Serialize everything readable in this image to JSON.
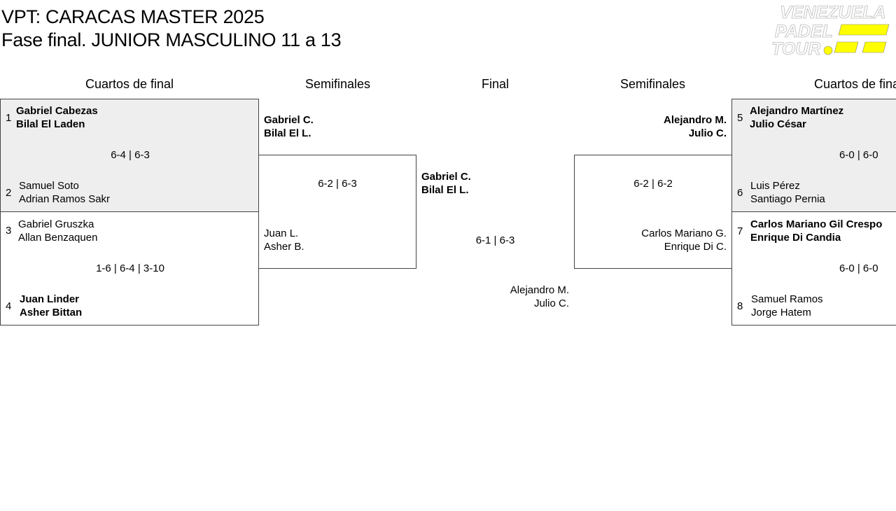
{
  "header": {
    "title_line1": "VPT: CARACAS MASTER 2025",
    "title_line2": "Fase final. JUNIOR MASCULINO 11 a 13"
  },
  "logo": {
    "line1": "VENEZUELA",
    "line2": "PADEL",
    "line3": "TOUR",
    "accent_color": "#ffff00"
  },
  "columns": {
    "qf_left": "Cuartos de final",
    "sf_left": "Semifinales",
    "final": "Final",
    "sf_right": "Semifinales",
    "qf_right": "Cuartos de final"
  },
  "qf_left": {
    "m1": {
      "a_seed": "1",
      "a_p1": "Gabriel Cabezas",
      "a_p2": "Bilal El Laden",
      "score": "6-4 | 6-3",
      "b_seed": "2",
      "b_p1": "Samuel Soto",
      "b_p2": "Adrian Ramos Sakr"
    },
    "m2": {
      "a_seed": "3",
      "a_p1": "Gabriel Gruszka",
      "a_p2": "Allan Benzaquen",
      "score": "1-6 | 6-4 | 3-10",
      "b_seed": "4",
      "b_p1": "Juan Linder",
      "b_p2": "Asher Bittan"
    }
  },
  "sf_left": {
    "a_p1": "Gabriel C.",
    "a_p2": "Bilal El L.",
    "score": "6-2 | 6-3",
    "b_p1": "Juan L.",
    "b_p2": "Asher B."
  },
  "final": {
    "a_p1": "Gabriel C.",
    "a_p2": "Bilal El L.",
    "score": "6-1 | 6-3",
    "b_p1": "Alejandro M.",
    "b_p2": "Julio C."
  },
  "sf_right": {
    "a_p1": "Alejandro M.",
    "a_p2": "Julio C.",
    "score": "6-2 | 6-2",
    "b_p1": "Carlos Mariano G.",
    "b_p2": "Enrique Di C."
  },
  "qf_right": {
    "m1": {
      "a_seed": "5",
      "a_p1": "Alejandro Martínez",
      "a_p2": "Julio César",
      "score": "6-0 | 6-0",
      "b_seed": "6",
      "b_p1": "Luis Pérez",
      "b_p2": "Santiago Pernia"
    },
    "m2": {
      "a_seed": "7",
      "a_p1": "Carlos Mariano Gil Crespo",
      "a_p2": "Enrique Di Candia",
      "score": "6-0 | 6-0",
      "b_seed": "8",
      "b_p1": "Samuel Ramos",
      "b_p2": "Jorge Hatem"
    }
  }
}
